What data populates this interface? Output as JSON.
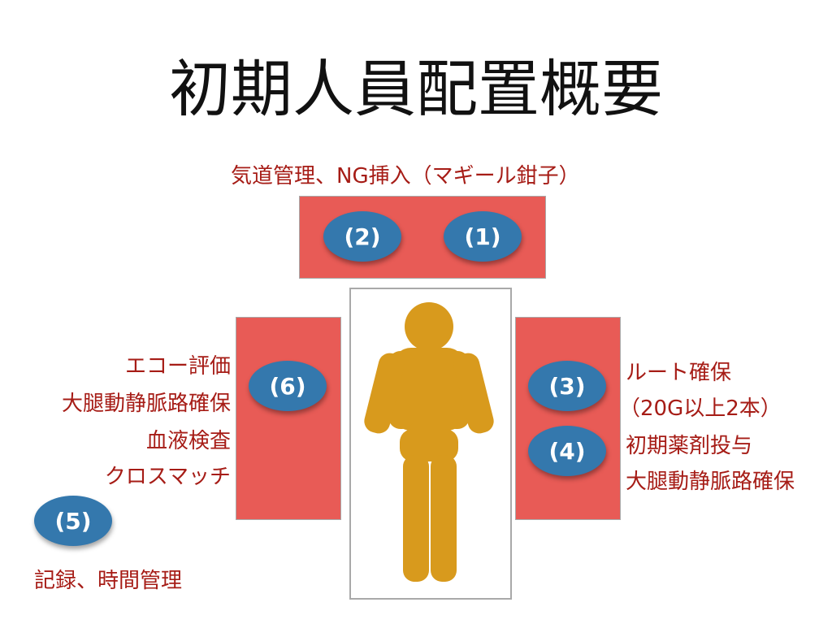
{
  "title": "初期人員配置概要",
  "colors": {
    "station": "#e85b56",
    "staff": "#3478ad",
    "patient": "#d89a1d",
    "label": "#a61c16"
  },
  "head_label": "気道管理、NG挿入（マギール鉗子）",
  "left_labels": [
    "エコー評価",
    "大腿動静脈路確保",
    "血液検査",
    "クロスマッチ"
  ],
  "right_labels": [
    "ルート確保",
    "（20G以上2本）",
    "初期薬剤投与",
    "大腿動静脈路確保"
  ],
  "recorder_label": "記録、時間管理",
  "staff": {
    "p1": "(1)",
    "p2": "(2)",
    "p3": "(3)",
    "p4": "(4)",
    "p5": "(5)",
    "p6": "(6)"
  }
}
